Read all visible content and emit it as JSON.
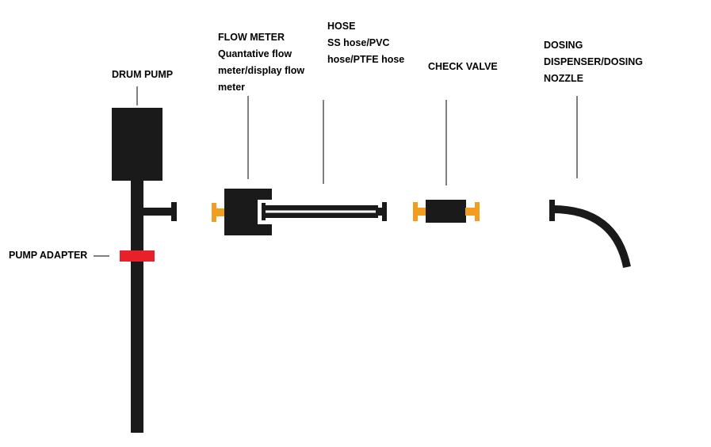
{
  "labels": {
    "drum_pump": "DRUM PUMP",
    "pump_adapter": "PUMP ADAPTER",
    "flow_meter": {
      "title": "FLOW METER",
      "lines": [
        "Quantative flow",
        "meter/display flow",
        "meter"
      ]
    },
    "hose": {
      "title": "HOSE",
      "lines": [
        "SS hose/PVC",
        "hose/PTFE hose"
      ]
    },
    "check_valve": "CHECK VALVE",
    "dosing_nozzle": [
      "DOSING",
      "DISPENSER/DOSING",
      "NOZZLE"
    ]
  },
  "colors": {
    "component": "#1a1a1a",
    "adapter": "#e8202a",
    "fitting": "#f29d1f",
    "text": "#000000",
    "background": "#ffffff"
  }
}
